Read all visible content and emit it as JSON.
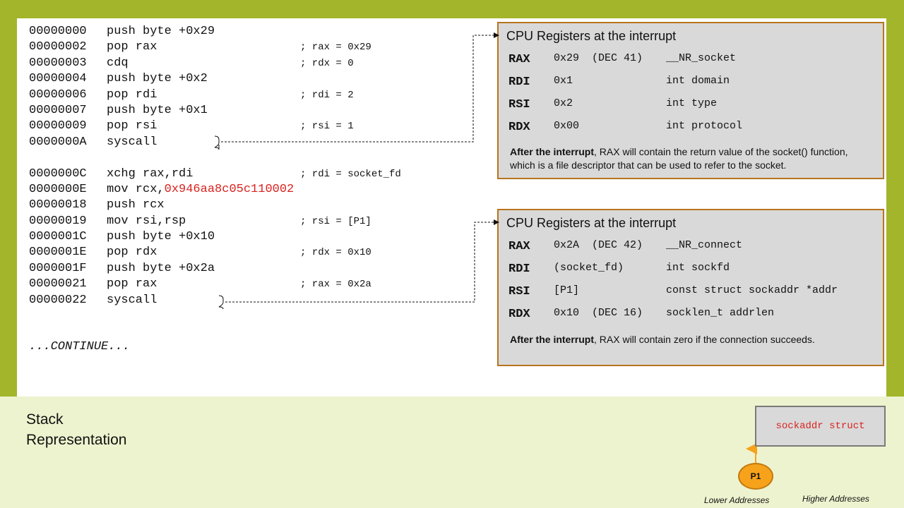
{
  "assembly": {
    "block1": [
      {
        "addr": "00000000",
        "instr": "push byte +0x29",
        "comment": ""
      },
      {
        "addr": "00000002",
        "instr": "pop rax",
        "comment": "; rax = 0x29"
      },
      {
        "addr": "00000003",
        "instr": "cdq",
        "comment": "; rdx = 0"
      },
      {
        "addr": "00000004",
        "instr": "push byte +0x2",
        "comment": ""
      },
      {
        "addr": "00000006",
        "instr": "pop rdi",
        "comment": "; rdi = 2"
      },
      {
        "addr": "00000007",
        "instr": "push byte +0x1",
        "comment": ""
      },
      {
        "addr": "00000009",
        "instr": "pop rsi",
        "comment": "; rsi = 1"
      },
      {
        "addr": "0000000A",
        "instr": "syscall",
        "comment": ""
      }
    ],
    "block2": [
      {
        "addr": "0000000C",
        "instr": "xchg rax,rdi",
        "comment": "; rdi = socket_fd"
      },
      {
        "addr": "0000000E",
        "instr": "mov rcx,",
        "instr_highlight": "0x946aa8c05c110002",
        "comment": ""
      },
      {
        "addr": "00000018",
        "instr": "push rcx",
        "comment": ""
      },
      {
        "addr": "00000019",
        "instr": "mov rsi,rsp",
        "comment": "; rsi = [P1]"
      },
      {
        "addr": "0000001C",
        "instr": "push byte +0x10",
        "comment": ""
      },
      {
        "addr": "0000001E",
        "instr": "pop rdx",
        "comment": "; rdx = 0x10"
      },
      {
        "addr": "0000001F",
        "instr": "push byte +0x2a",
        "comment": ""
      },
      {
        "addr": "00000021",
        "instr": "pop rax",
        "comment": "; rax = 0x2a"
      },
      {
        "addr": "00000022",
        "instr": "syscall",
        "comment": ""
      }
    ],
    "continue_text": "...CONTINUE..."
  },
  "box1": {
    "title": "CPU Registers at the interrupt",
    "registers": [
      {
        "name": "RAX",
        "value": "0x29  (DEC 41)",
        "desc": "__NR_socket"
      },
      {
        "name": "RDI",
        "value": "0x1",
        "desc": "int domain"
      },
      {
        "name": "RSI",
        "value": "0x2",
        "desc": "int type"
      },
      {
        "name": "RDX",
        "value": "0x00",
        "desc": "int protocol"
      }
    ],
    "note_bold": "After the interrupt",
    "note_text": ", RAX will contain the return value of the socket() function, which is a file descriptor that can be used to refer to the socket."
  },
  "box2": {
    "title": "CPU Registers at the interrupt",
    "registers": [
      {
        "name": "RAX",
        "value": "0x2A  (DEC 42)",
        "desc": "__NR_connect"
      },
      {
        "name": "RDI",
        "value": "(socket_fd)",
        "desc": "int sockfd"
      },
      {
        "name": "RSI",
        "value": "[P1]",
        "desc": "const struct sockaddr *addr"
      },
      {
        "name": "RDX",
        "value": "0x10  (DEC 16)",
        "desc": "socklen_t addrlen"
      }
    ],
    "note_bold": "After the interrupt",
    "note_text": ", RAX will contain zero if the connection succeeds."
  },
  "stack": {
    "title_line1": "Stack",
    "title_line2": "Representation",
    "sockaddr_label": "sockaddr struct",
    "pointer_label": "P1",
    "lower_label": "Lower Addresses",
    "higher_label": "Higher Addresses"
  },
  "colors": {
    "frame": "#a3b52a",
    "highlight": "#d9231f",
    "box_border": "#b8741e",
    "pointer": "#f7a21b"
  }
}
